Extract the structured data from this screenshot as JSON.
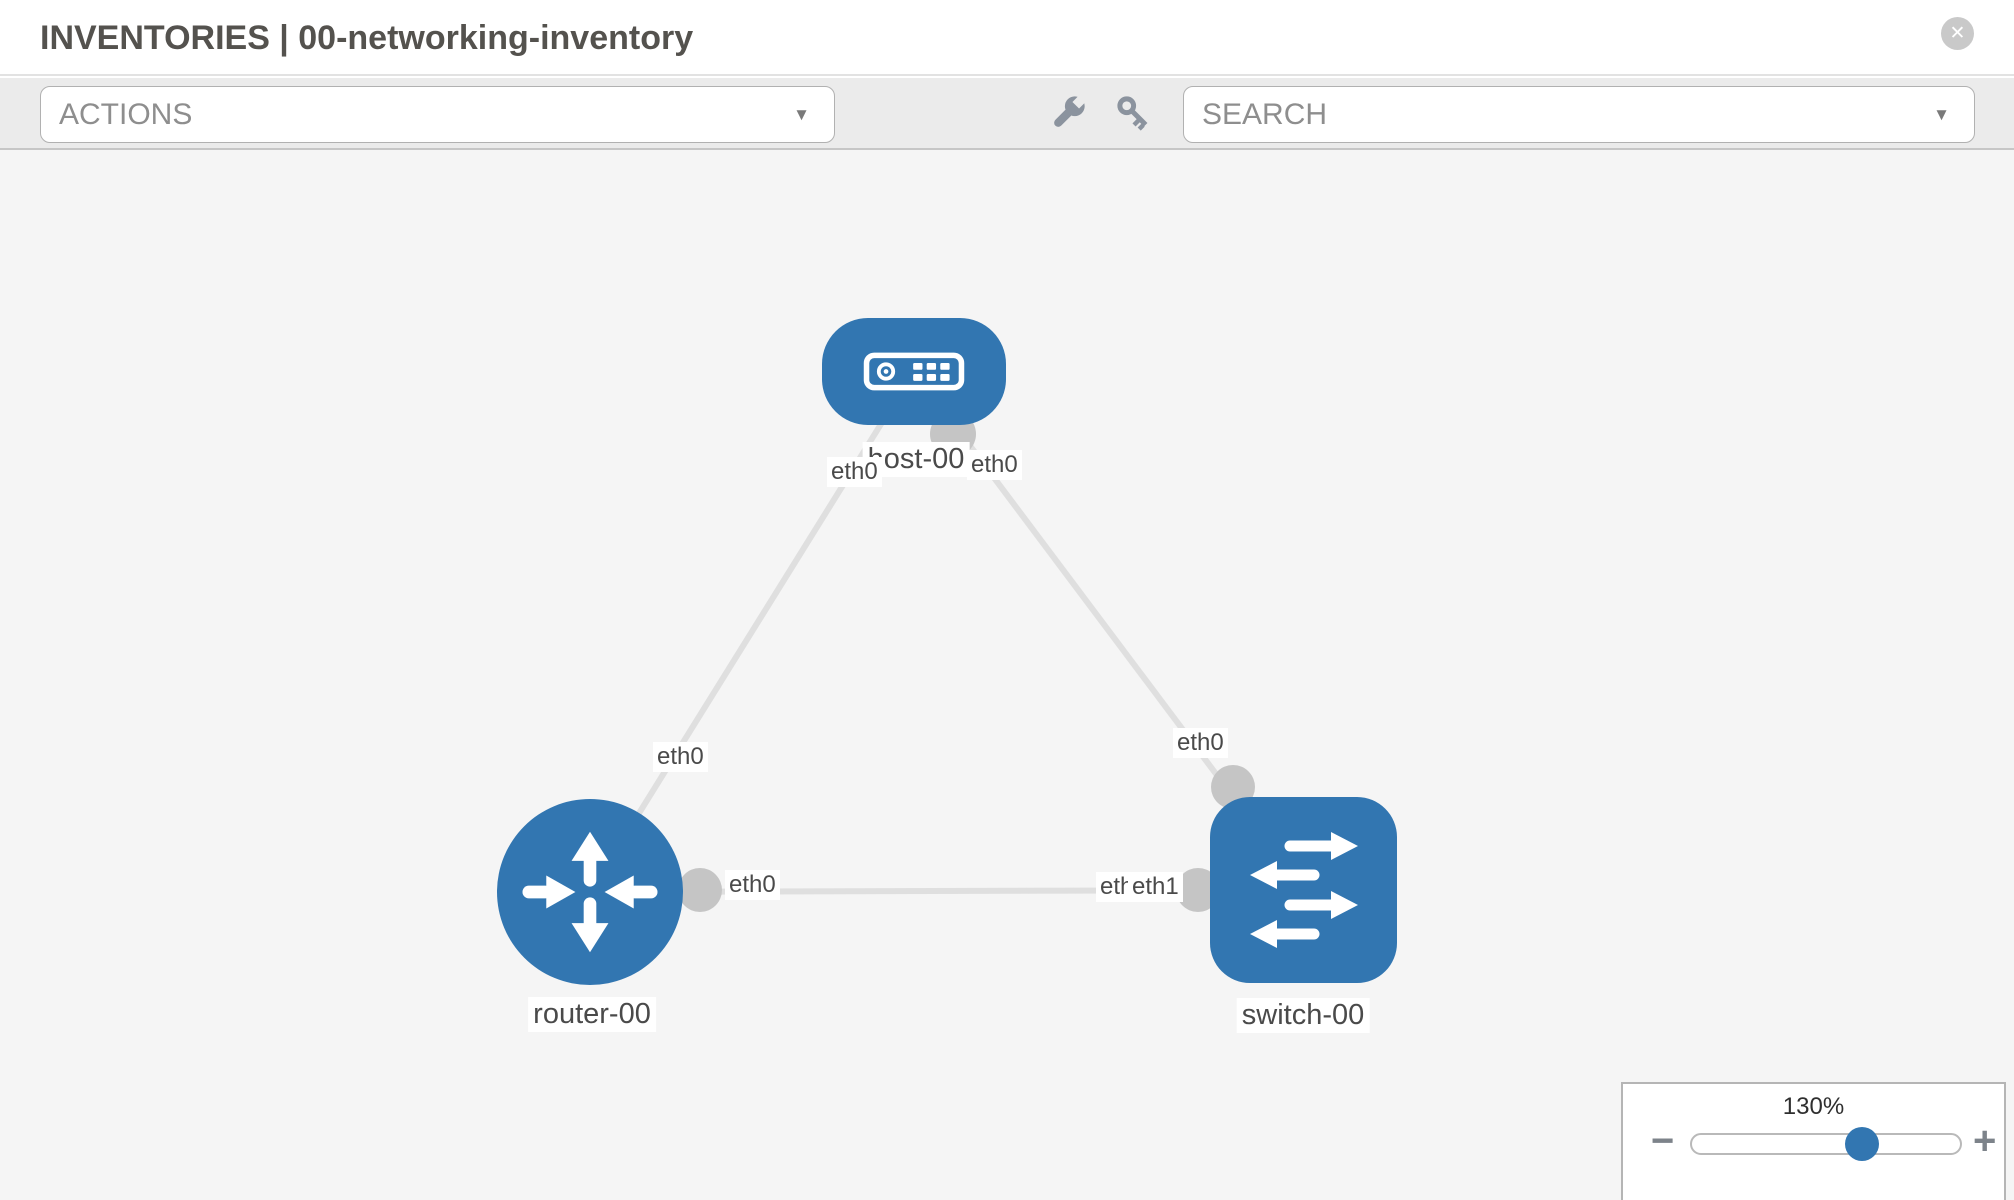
{
  "header": {
    "title": "INVENTORIES | 00-networking-inventory",
    "close_icon_glyph": "✕"
  },
  "toolbar": {
    "actions": {
      "placeholder": "ACTIONS",
      "caret_glyph": "▼"
    },
    "search": {
      "placeholder": "SEARCH",
      "caret_glyph": "▼"
    }
  },
  "topology": {
    "nodes": [
      {
        "id": "host-00",
        "type": "host",
        "label": "host-00"
      },
      {
        "id": "router-00",
        "type": "router",
        "label": "router-00"
      },
      {
        "id": "switch-00",
        "type": "switch",
        "label": "switch-00"
      }
    ],
    "links": [
      {
        "source": "host-00",
        "target": "router-00",
        "source_interface": "eth0",
        "target_interface": "eth0"
      },
      {
        "source": "host-00",
        "target": "switch-00",
        "source_interface": "eth0",
        "target_interface": "eth0"
      },
      {
        "source": "router-00",
        "target": "switch-00",
        "source_interface": "eth0",
        "target_interface": "eth1"
      }
    ],
    "labels": {
      "host": "host-00",
      "router": "router-00",
      "switch": "switch-00",
      "host_iface_left": "eth0",
      "host_iface_right": "eth0",
      "edge_host_router_iface": "eth0",
      "edge_host_switch_iface": "eth0",
      "router_iface": "eth0",
      "switch_iface_under": "eth0",
      "switch_iface": "eth1"
    }
  },
  "zoom_control": {
    "level": "130%",
    "minus_glyph": "−",
    "plus_glyph": "+"
  },
  "colors": {
    "node_blue": "#3276b1",
    "edge_gray": "#dfdfdf",
    "port_gray": "#c5c5c5",
    "canvas_bg": "#f5f5f5",
    "toolbar_bg": "#ebebeb"
  }
}
